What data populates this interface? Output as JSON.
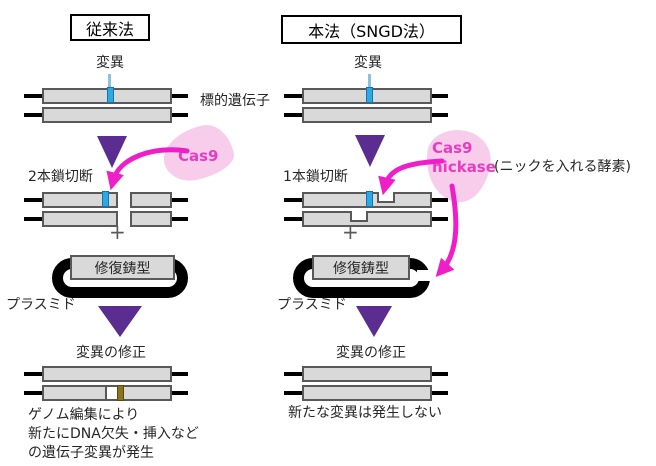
{
  "colors": {
    "dna_fill": "#d9d9d9",
    "dna_border": "#595959",
    "mutation_blue": "#29abe2",
    "pointer_blue": "#92bede",
    "arrow_purple": "#5b2d91",
    "arrow_magenta": "#ee1ec8",
    "text_magenta": "#e93cbe",
    "blob_pink": "#f8cdec",
    "insert_olive": "#8a7420",
    "plasmid_black": "#000000"
  },
  "center": {
    "target_gene_label": "標的遺伝子"
  },
  "left_column": {
    "title": "従来法",
    "mutation_label": "変異",
    "break_label": "2本鎖切断",
    "enzyme_label": "Cas9",
    "plus_sign": "+",
    "repair_template_label": "修復鋳型",
    "plasmid_label": "プラスミド",
    "result_label": "変異の修正",
    "caption_line1": "ゲノム編集により",
    "caption_line2": "新たにDNA欠失・挿入など",
    "caption_line3": "の遺伝子変異が発生"
  },
  "right_column": {
    "title": "本法（SNGD法）",
    "mutation_label": "変異",
    "break_label": "1本鎖切断",
    "enzyme_label_line1": "Cas9",
    "enzyme_label_line2": "nickase",
    "enzyme_note": "(ニックを入れる酵素)",
    "plus_sign": "+",
    "repair_template_label": "修復鋳型",
    "plasmid_label": "プラスミド",
    "result_label": "変異の修正",
    "caption": "新たな変異は発生しない"
  }
}
